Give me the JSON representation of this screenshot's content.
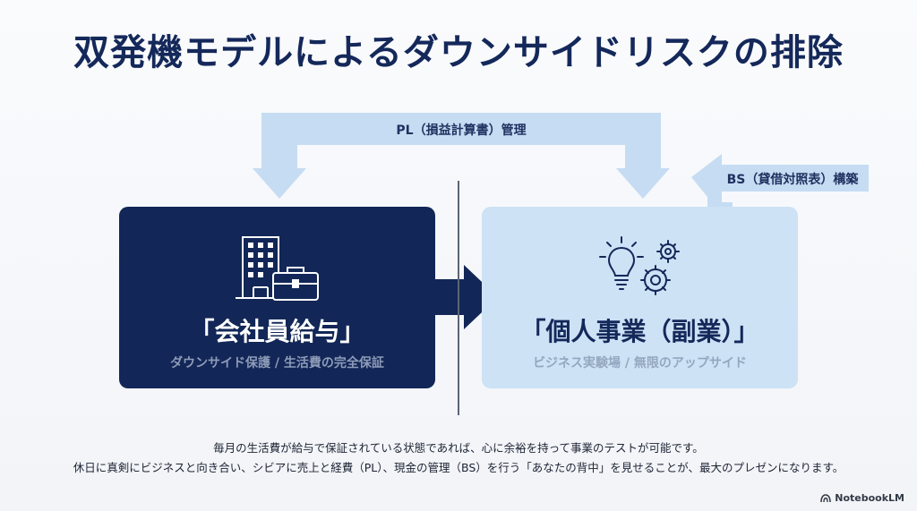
{
  "title": "双発機モデルによるダウンサイドリスクの排除",
  "pl_arrow_label": "PL（損益計算書）管理",
  "bs_arrow_label": "BS（貸借対照表）構築",
  "left_box": {
    "heading": "「会社員給与」",
    "subtext": "ダウンサイド保護 / 生活費の完全保証",
    "icon": "office-building-briefcase-icon"
  },
  "right_box": {
    "heading": "「個人事業（副業）」",
    "subtext": "ビジネス実験場 / 無限のアップサイド",
    "icon": "lightbulb-gears-icon"
  },
  "description": {
    "line1": "毎月の生活費が給与で保証されている状態であれば、心に余裕を持って事業のテストが可能です。",
    "line2": "休日に真剣にビジネスと向き合い、シビアに売上と経費（PL）、現金の管理（BS）を行う「あなたの背中」を見せることが、最大のプレゼンになります。"
  },
  "brand": "NotebookLM",
  "colors": {
    "navy": "#122757",
    "light_blue": "#cde2f5",
    "arrow_blue": "#c5dcf3",
    "title": "#14285a"
  }
}
